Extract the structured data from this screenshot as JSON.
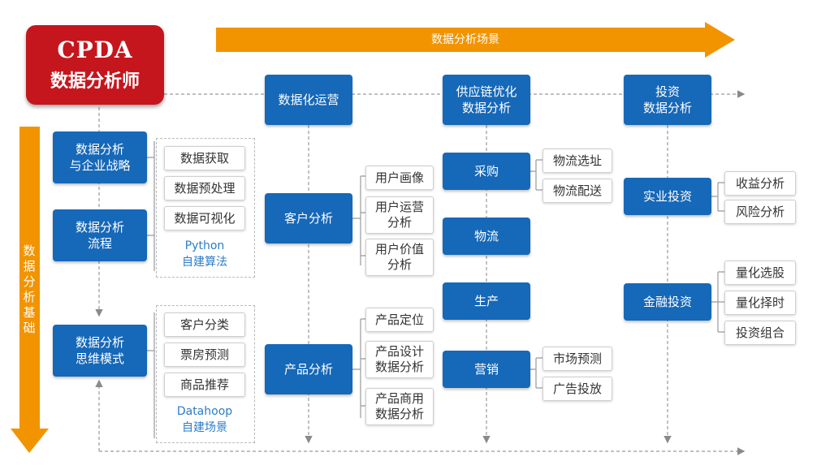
{
  "logo": {
    "brand": "CPDA",
    "subtitle": "数据分析师"
  },
  "top_arrow_label": "数据分析场景",
  "left_arrow_label": [
    "数",
    "据",
    "分",
    "析",
    "基",
    "础"
  ],
  "foundation": [
    {
      "lines": [
        "数据分析",
        "与企业战略"
      ]
    },
    {
      "lines": [
        "数据分析",
        "流程"
      ]
    },
    {
      "lines": [
        "数据分析",
        "思维模式"
      ]
    }
  ],
  "group1": {
    "items": [
      "数据获取",
      "数据预处理",
      "数据可视化"
    ],
    "tool": [
      "Python",
      "自建算法"
    ]
  },
  "group2": {
    "items": [
      "客户分类",
      "票房预测",
      "商品推荐"
    ],
    "tool": [
      "Datahoop",
      "自建场景"
    ]
  },
  "columns": {
    "ops": {
      "header": [
        "数据化运营"
      ],
      "customer": {
        "label": "客户分析",
        "items": [
          [
            "用户画像"
          ],
          [
            "用户运营",
            "分析"
          ],
          [
            "用户价值",
            "分析"
          ]
        ]
      },
      "product": {
        "label": "产品分析",
        "items": [
          [
            "产品定位"
          ],
          [
            "产品设计",
            "数据分析"
          ],
          [
            "产品商用",
            "数据分析"
          ]
        ]
      }
    },
    "supply": {
      "header": [
        "供应链优化",
        "数据分析"
      ],
      "procurement": {
        "label": "采购",
        "items": [
          "物流选址",
          "物流配送"
        ]
      },
      "logistics": {
        "label": "物流"
      },
      "production": {
        "label": "生产"
      },
      "marketing": {
        "label": "营销",
        "items": [
          "市场预测",
          "广告投放"
        ]
      }
    },
    "invest": {
      "header": [
        "投资",
        "数据分析"
      ],
      "industry": {
        "label": "实业投资",
        "items": [
          "收益分析",
          "风险分析"
        ]
      },
      "finance": {
        "label": "金融投资",
        "items": [
          "量化选股",
          "量化择时",
          "投资组合"
        ]
      }
    }
  },
  "colors": {
    "blue": "#1668b8",
    "orange": "#f29400",
    "red": "#c5161d",
    "tool_text": "#2a7cc7"
  }
}
